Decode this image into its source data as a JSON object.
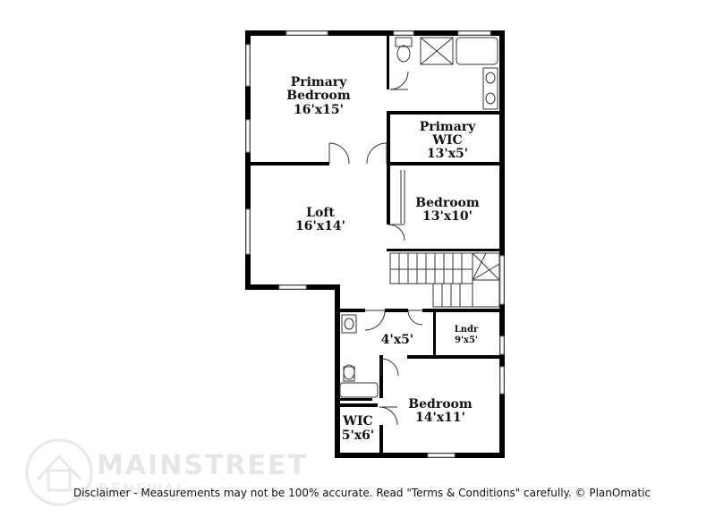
{
  "rooms": [
    {
      "id": "primary-bedroom",
      "name_lines": [
        "Primary",
        "Bedroom"
      ],
      "dimensions": "16'x15'"
    },
    {
      "id": "primary-wic",
      "name_lines": [
        "Primary",
        "WIC"
      ],
      "dimensions": "13'x5'"
    },
    {
      "id": "bedroom-2",
      "name_lines": [
        "Bedroom"
      ],
      "dimensions": "13'x10'"
    },
    {
      "id": "loft",
      "name_lines": [
        "Loft"
      ],
      "dimensions": "16'x14'"
    },
    {
      "id": "hall-bath",
      "name_lines": [],
      "dimensions": "4'x5'"
    },
    {
      "id": "laundry",
      "name_lines": [
        "Lndr"
      ],
      "dimensions": "9'x5'"
    },
    {
      "id": "bedroom-3",
      "name_lines": [
        "Bedroom"
      ],
      "dimensions": "14'x11'"
    },
    {
      "id": "wic",
      "name_lines": [
        "WIC"
      ],
      "dimensions": "5'x6'"
    }
  ],
  "watermark": {
    "brand": "MAINSTREET",
    "sub": "RENEWAL"
  },
  "disclaimer": "Disclaimer - Measurements may not be 100% accurate. Read \"Terms & Conditions\" carefully. © PlanOmatic"
}
